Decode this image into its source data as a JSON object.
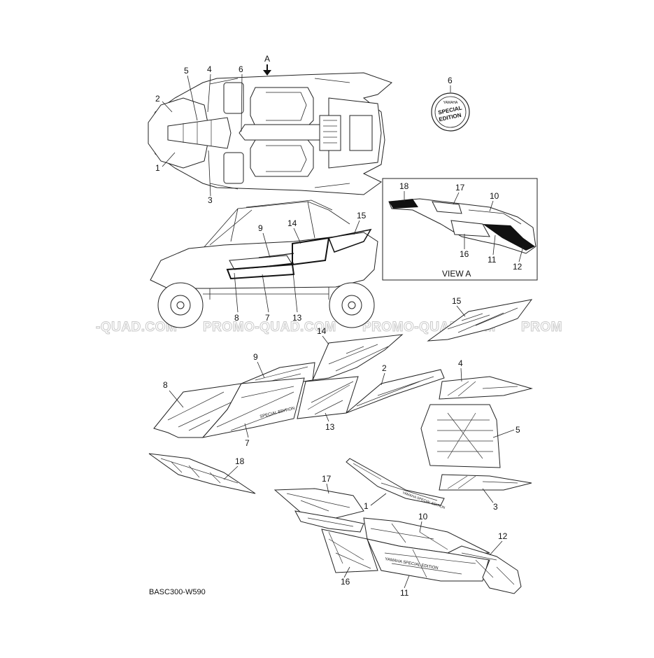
{
  "watermark": "PROMO-QUAD.COM",
  "watermark_partial": "-QUAD.COM",
  "watermark_partial_right": "PROM",
  "view_marker": "A",
  "view_a_label": "VIEW A",
  "drawing_code": "BASC300-W590",
  "emblem": {
    "brand": "YAMAHA",
    "model_line1": "SPECIAL",
    "model_line2": "EDITION"
  },
  "callouts": [
    "1",
    "2",
    "3",
    "4",
    "5",
    "6",
    "7",
    "8",
    "9",
    "10",
    "11",
    "12",
    "13",
    "14",
    "15",
    "16",
    "17",
    "18"
  ],
  "decal_texts": {
    "side_panel": "SPECIAL EDITION",
    "lower_panel": "YAMAHA SPECIAL EDITION",
    "hood_strip": "YAMAHA SPECIAL EDITION"
  }
}
